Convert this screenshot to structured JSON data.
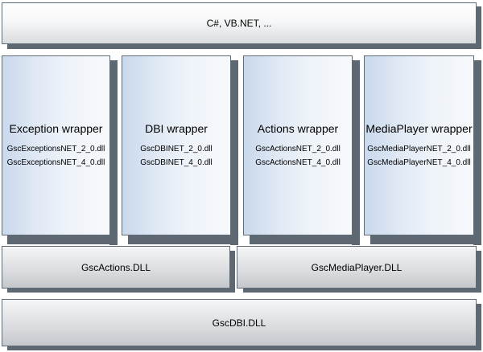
{
  "languages_layer": {
    "label": "C#, VB.NET, ..."
  },
  "wrappers": [
    {
      "title": "Exception wrapper",
      "dlls": [
        "GscExceptionsNET_2_0.dll",
        "GscExceptionsNET_4_0.dll"
      ]
    },
    {
      "title": "DBI wrapper",
      "dlls": [
        "GscDBINET_2_0.dll",
        "GscDBINET_4_0.dll"
      ]
    },
    {
      "title": "Actions wrapper",
      "dlls": [
        "GscActionsNET_2_0.dll",
        "GscActionsNET_4_0.dll"
      ]
    },
    {
      "title": "MediaPlayer wrapper",
      "dlls": [
        "GscMediaPlayerNET_2_0.dll",
        "GscMediaPlayerNET_4_0.dll"
      ]
    }
  ],
  "native_layer": [
    {
      "label": "GscActions.DLL"
    },
    {
      "label": "GscMediaPlayer.DLL"
    }
  ],
  "base_layer": {
    "label": "GscDBI.DLL"
  },
  "colors": {
    "box_border": "#5f6b76",
    "shadow": "#5d6873",
    "wrapper_fill": "#dfe8f4",
    "band_fill": "#f6f7f8",
    "native_fill": "#d6d8dc"
  }
}
